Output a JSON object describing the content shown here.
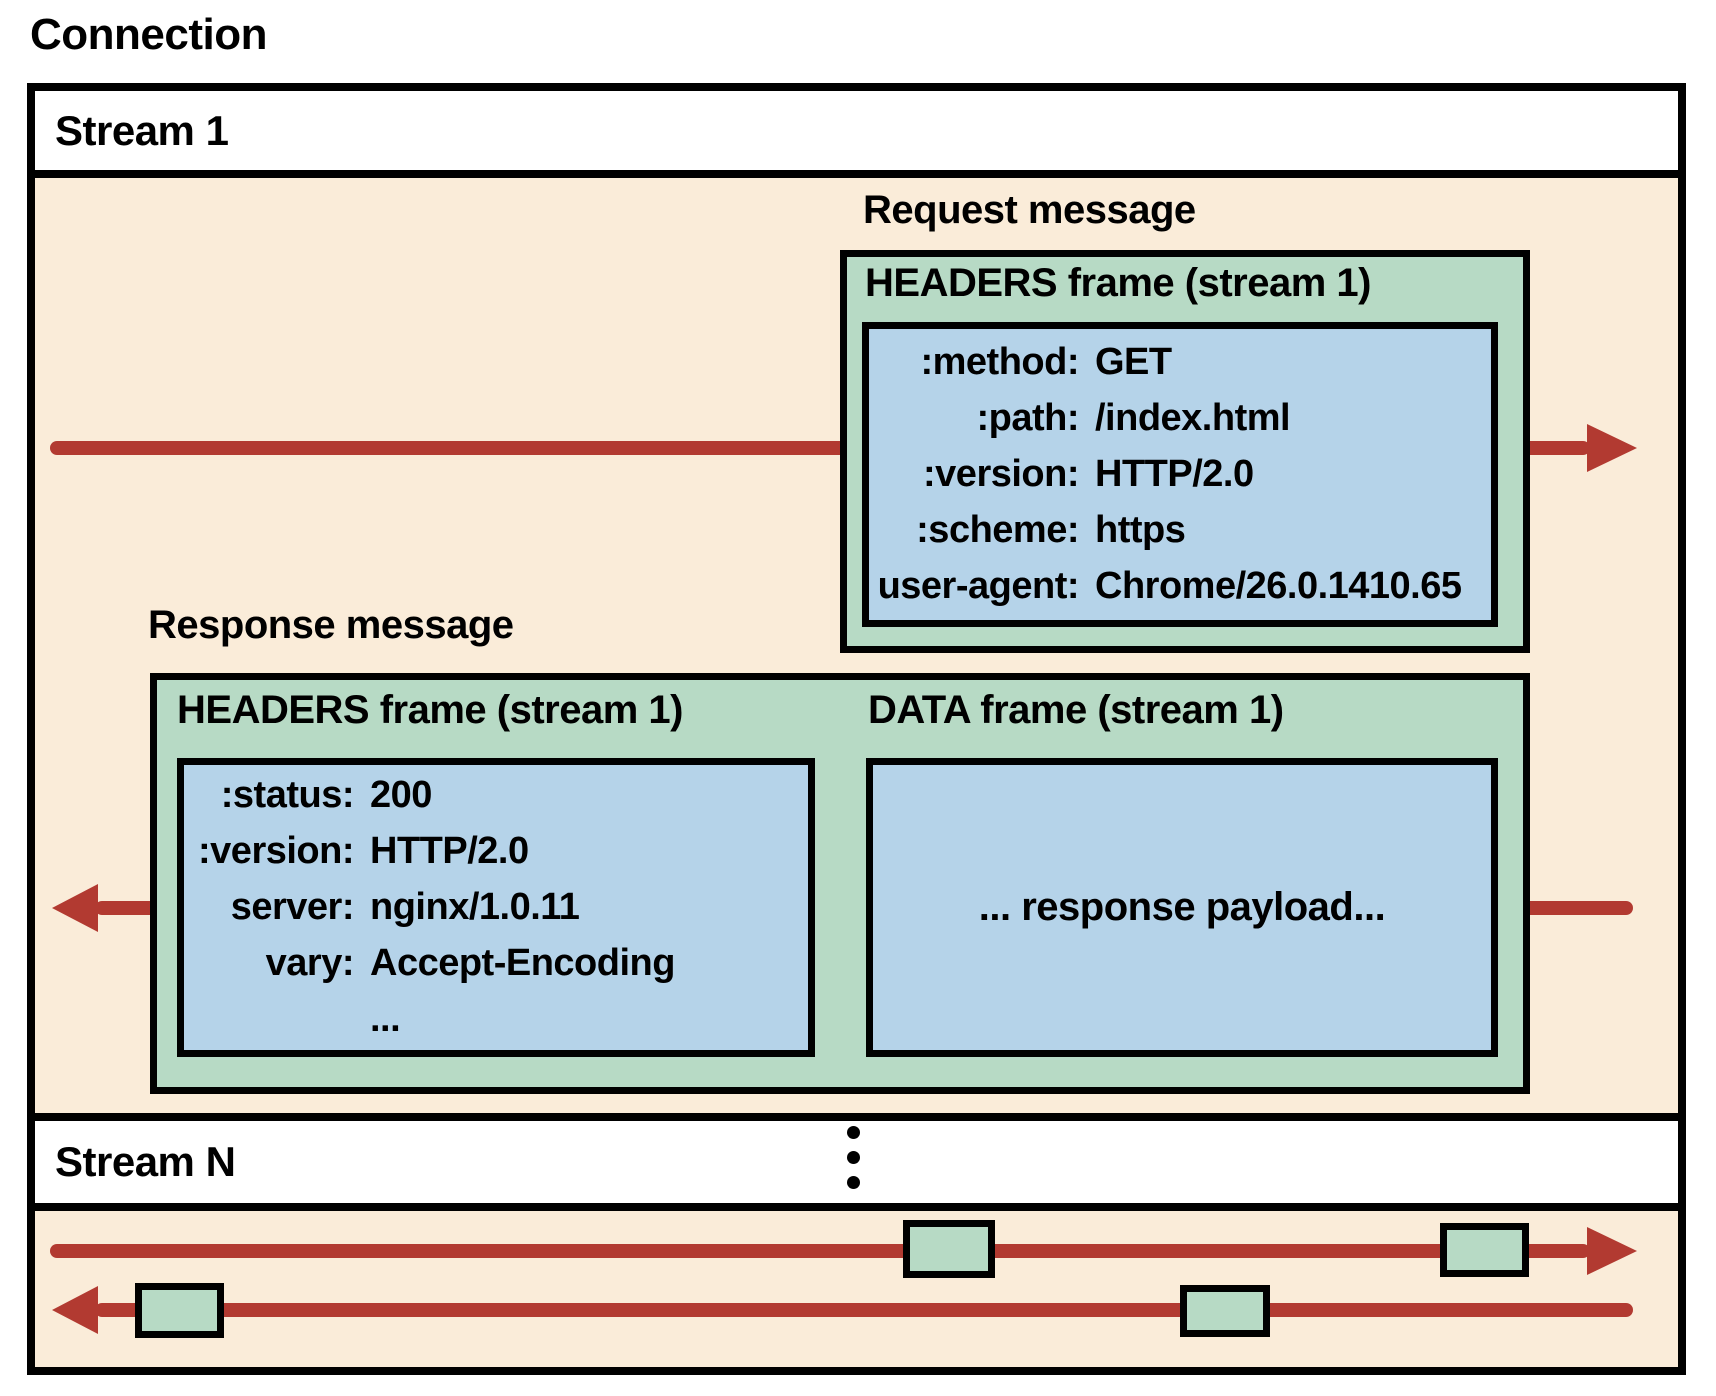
{
  "title": "Connection",
  "stream1": {
    "label": "Stream 1",
    "request": {
      "message_label": "Request message",
      "frame_label": "HEADERS frame (stream 1)",
      "headers": [
        {
          "key": ":method:",
          "value": "GET"
        },
        {
          "key": ":path:",
          "value": "/index.html"
        },
        {
          "key": ":version:",
          "value": "HTTP/2.0"
        },
        {
          "key": ":scheme:",
          "value": "https"
        },
        {
          "key": "user-agent:",
          "value": "Chrome/26.0.1410.65"
        }
      ]
    },
    "response": {
      "message_label": "Response message",
      "headers_frame_label": "HEADERS frame (stream 1)",
      "data_frame_label": "DATA frame (stream 1)",
      "headers": [
        {
          "key": ":status:",
          "value": "200"
        },
        {
          "key": ":version:",
          "value": "HTTP/2.0"
        },
        {
          "key": "server:",
          "value": "nginx/1.0.11"
        },
        {
          "key": "vary:",
          "value": "Accept-Encoding"
        },
        {
          "key": "",
          "value": "..."
        }
      ],
      "data_payload": "... response payload..."
    }
  },
  "streamN": {
    "label": "Stream N"
  },
  "colors": {
    "background": "#FAECD9",
    "frame_green": "#B7DAC5",
    "frame_blue": "#B5D3E9",
    "arrow_red": "#B23A31",
    "border_black": "#000000"
  }
}
